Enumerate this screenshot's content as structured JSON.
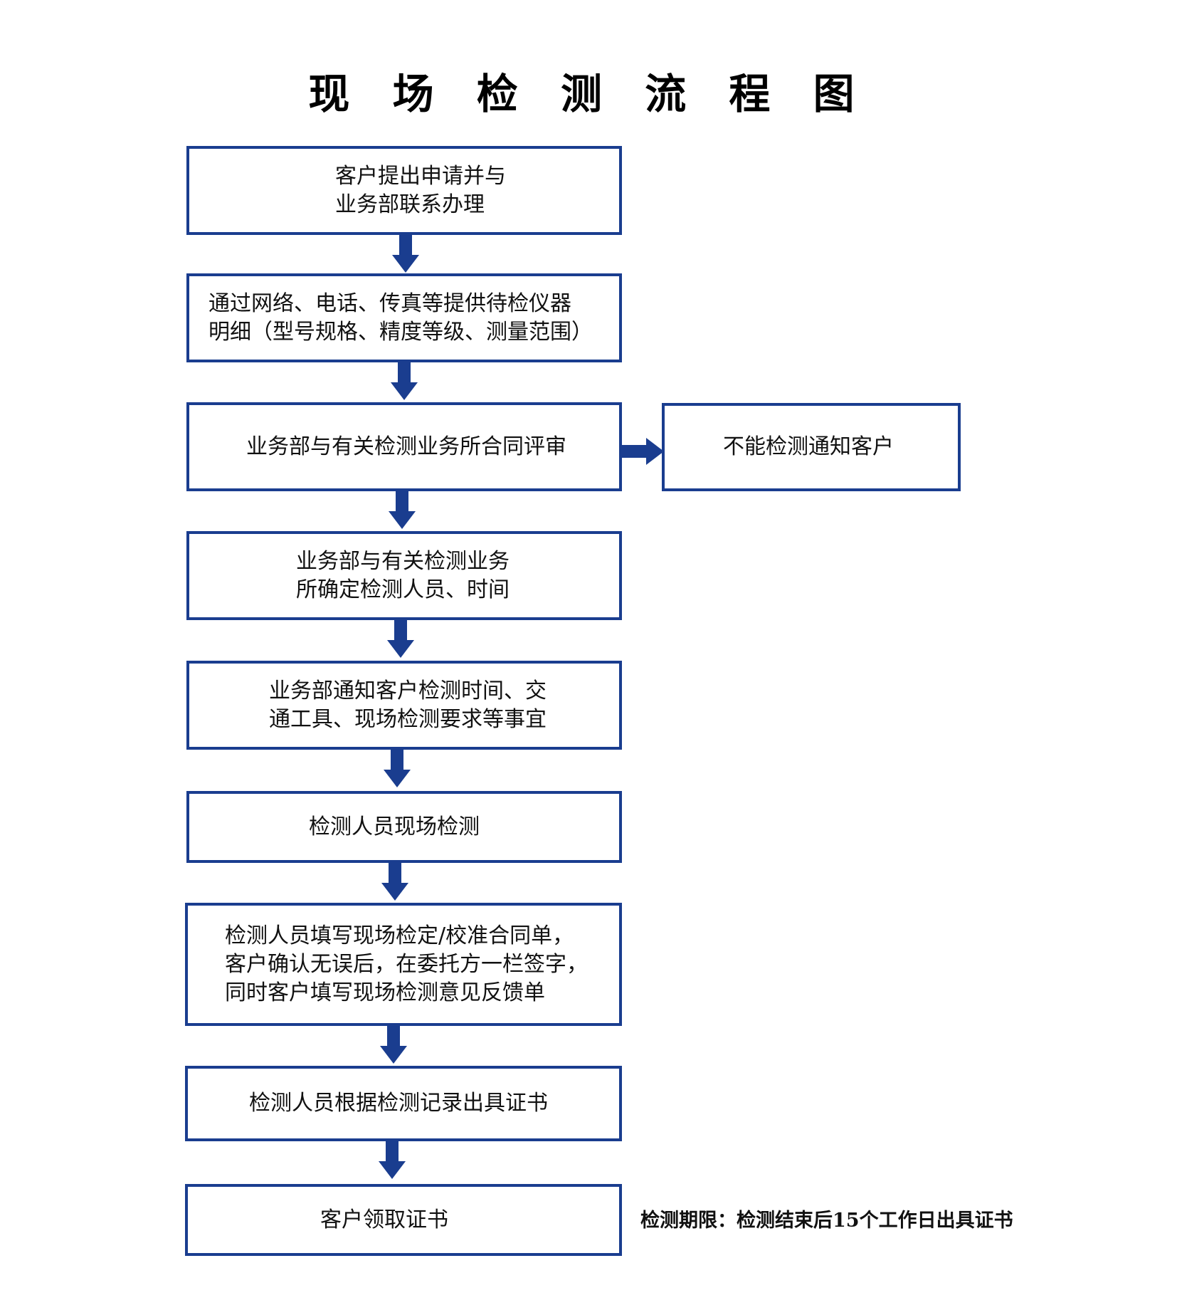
{
  "title": "现 场 检 测 流 程 图",
  "colors": {
    "box_border": "#1a3d8f",
    "arrow": "#1a3d8f",
    "text": "#111111"
  },
  "steps": [
    {
      "text": "客户提出申请并与\n业务部联系办理"
    },
    {
      "text": "通过网络、电话、传真等提供待检仪器\n明细（型号规格、精度等级、测量范围）"
    },
    {
      "text": "业务部与有关检测业务所合同评审"
    },
    {
      "text": "业务部与有关检测业务\n所确定检测人员、时间"
    },
    {
      "text": "业务部通知客户检测时间、交\n通工具、现场检测要求等事宜"
    },
    {
      "text": "检测人员现场检测"
    },
    {
      "text": "检测人员填写现场检定/校准合同单，\n客户确认无误后，在委托方一栏签字，\n同时客户填写现场检测意见反馈单"
    },
    {
      "text": "检测人员根据检测记录出具证书"
    },
    {
      "text": "客户领取证书"
    }
  ],
  "side_box": {
    "text": "不能检测通知客户"
  },
  "note": "检测期限：检测结束后15个工作日出具证书"
}
